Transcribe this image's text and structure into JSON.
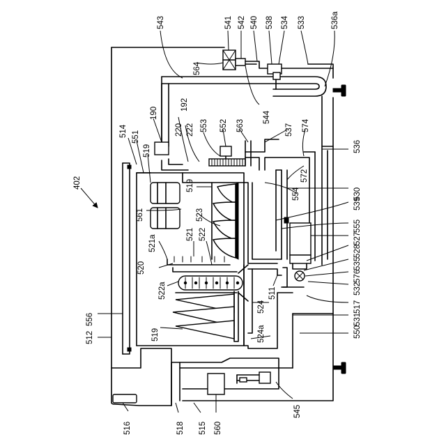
{
  "figure_label": "402",
  "labels": {
    "l541": "541",
    "l542": "542",
    "l540": "540",
    "l538": "538",
    "l534": "534",
    "l533": "533",
    "l536a": "536a",
    "l543": "543",
    "l564": "564",
    "l544": "544",
    "l190": "190",
    "l192": "192",
    "l220": "220",
    "l222": "222",
    "l553": "553",
    "l552": "552",
    "l563": "563",
    "l537": "537",
    "l574": "574",
    "l536": "536",
    "l514": "514",
    "l551": "551",
    "l519a": "519",
    "l519b": "519",
    "l519c": "519",
    "l554": "554",
    "l572": "572",
    "l530": "530",
    "l539": "539",
    "l561": "561",
    "l523": "523",
    "l555": "555",
    "l527": "527",
    "l521a": "521a",
    "l521": "521",
    "l522": "522",
    "l528": "528",
    "l535": "535",
    "l520": "520",
    "l576": "576",
    "l532": "532",
    "l522a": "522a",
    "l511": "511",
    "l517": "517",
    "l524": "524",
    "l531": "531",
    "l556": "556",
    "l550": "550",
    "l524a": "524a",
    "l512": "512",
    "l545": "545",
    "l516": "516",
    "l518": "518",
    "l515": "515",
    "l560": "560"
  }
}
